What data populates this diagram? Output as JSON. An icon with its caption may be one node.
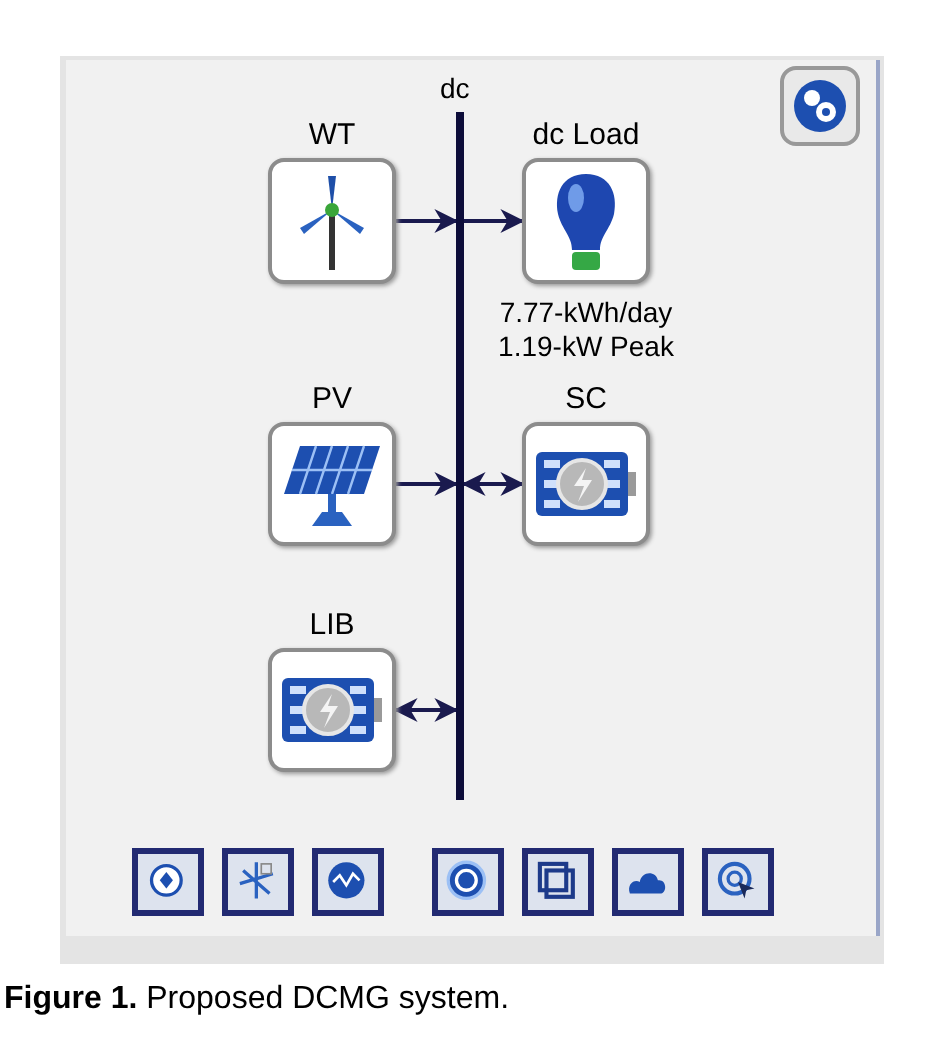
{
  "diagram": {
    "caption": "**Figure 1.** Proposed DCMG system.",
    "nodes": [
      {
        "text": [],
        "shape": "bar"
      },
      {
        "text": [
          "WT"
        ]
      },
      {
        "text": [
          "dc Load"
        ],
        "beside": [
          "7.77-kWh/day",
          "1.19-kW Peak"
        ]
      },
      {
        "text": [
          "PV"
        ]
      },
      {
        "text": [
          "SC"
        ]
      },
      {
        "text": [
          "LIB"
        ]
      }
    ],
    "edges": [
      {
        "from": 1,
        "to": 0,
        "arrow": "to"
      },
      {
        "from": 0,
        "to": 2,
        "arrow": "to"
      },
      {
        "from": 3,
        "to": 0,
        "arrow": "to"
      },
      {
        "from": 0,
        "to": 4,
        "arrow": "both"
      },
      {
        "from": 5,
        "to": 0,
        "arrow": "both"
      }
    ],
    "labels": [
      "dc"
    ]
  }
}
